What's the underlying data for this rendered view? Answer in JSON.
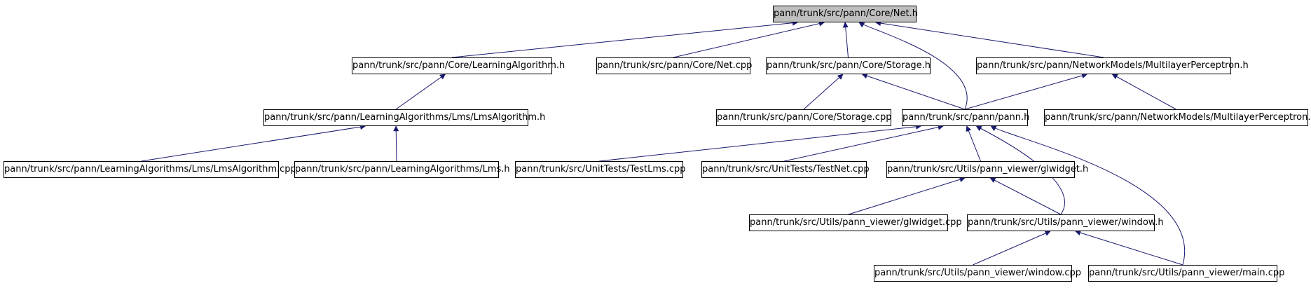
{
  "colors": {
    "edge": "#191970",
    "root_fill": "#bfbfbf",
    "node_fill": "#ffffff",
    "node_border": "#000000"
  },
  "nodes": {
    "net_h": "pann/trunk/src/pann/Core/Net.h",
    "learning_algorithm_h": "pann/trunk/src/pann/Core/LearningAlgorithm.h",
    "net_cpp": "pann/trunk/src/pann/Core/Net.cpp",
    "storage_h": "pann/trunk/src/pann/Core/Storage.h",
    "multilayer_perceptron_h": "pann/trunk/src/pann/NetworkModels/MultilayerPerceptron.h",
    "lms_algorithm_h": "pann/trunk/src/pann/LearningAlgorithms/Lms/LmsAlgorithm.h",
    "storage_cpp": "pann/trunk/src/pann/Core/Storage.cpp",
    "pann_h": "pann/trunk/src/pann/pann.h",
    "multilayer_perceptron_cpp": "pann/trunk/src/pann/NetworkModels/MultilayerPerceptron.cpp",
    "lms_algorithm_cpp": "pann/trunk/src/pann/LearningAlgorithms/Lms/LmsAlgorithm.cpp",
    "lms_h": "pann/trunk/src/pann/LearningAlgorithms/Lms.h",
    "test_lms_cpp": "pann/trunk/src/UnitTests/TestLms.cpp",
    "test_net_cpp": "pann/trunk/src/UnitTests/TestNet.cpp",
    "glwidget_h": "pann/trunk/src/Utils/pann_viewer/glwidget.h",
    "glwidget_cpp": "pann/trunk/src/Utils/pann_viewer/glwidget.cpp",
    "window_h": "pann/trunk/src/Utils/pann_viewer/window.h",
    "window_cpp": "pann/trunk/src/Utils/pann_viewer/window.cpp",
    "main_cpp": "pann/trunk/src/Utils/pann_viewer/main.cpp"
  },
  "edges": [
    [
      "learning_algorithm_h",
      "net_h"
    ],
    [
      "net_cpp",
      "net_h"
    ],
    [
      "storage_h",
      "net_h"
    ],
    [
      "pann_h",
      "net_h"
    ],
    [
      "multilayer_perceptron_h",
      "net_h"
    ],
    [
      "lms_algorithm_h",
      "learning_algorithm_h"
    ],
    [
      "storage_cpp",
      "storage_h"
    ],
    [
      "pann_h",
      "storage_h"
    ],
    [
      "pann_h",
      "multilayer_perceptron_h"
    ],
    [
      "multilayer_perceptron_cpp",
      "multilayer_perceptron_h"
    ],
    [
      "lms_algorithm_cpp",
      "lms_algorithm_h"
    ],
    [
      "lms_h",
      "lms_algorithm_h"
    ],
    [
      "test_lms_cpp",
      "pann_h"
    ],
    [
      "test_net_cpp",
      "pann_h"
    ],
    [
      "glwidget_h",
      "pann_h"
    ],
    [
      "window_h",
      "pann_h"
    ],
    [
      "main_cpp",
      "pann_h"
    ],
    [
      "glwidget_cpp",
      "glwidget_h"
    ],
    [
      "window_h",
      "glwidget_h"
    ],
    [
      "window_cpp",
      "window_h"
    ],
    [
      "main_cpp",
      "window_h"
    ]
  ]
}
